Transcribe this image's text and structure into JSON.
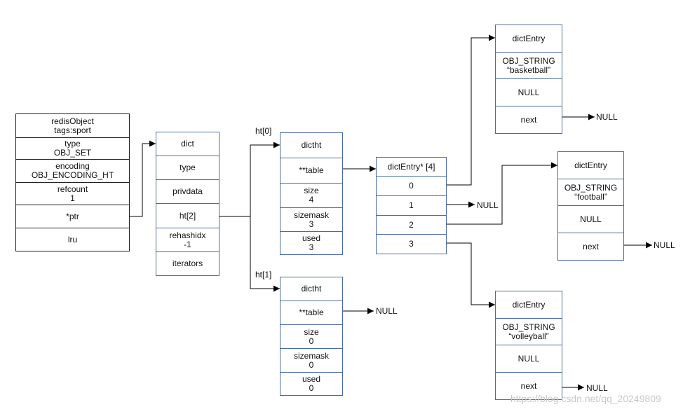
{
  "colors": {
    "redis_object_border": "#222222",
    "node_border": "#4a6d94",
    "arrow": "#000000"
  },
  "redis_object": {
    "rows": [
      [
        "redisObject",
        "tags:sport"
      ],
      [
        "type",
        "OBJ_SET"
      ],
      [
        "encoding",
        "OBJ_ENCODING_HT"
      ],
      [
        "refcount",
        "1"
      ],
      [
        "*ptr"
      ],
      [
        "lru"
      ]
    ]
  },
  "dict": {
    "rows": [
      [
        "dict"
      ],
      [
        "type"
      ],
      [
        "privdata"
      ],
      [
        "ht[2]"
      ],
      [
        "rehashidx",
        "-1"
      ],
      [
        "iterators"
      ]
    ]
  },
  "ht0": {
    "label": "ht[0]",
    "rows": [
      [
        "dictht"
      ],
      [
        "**table"
      ],
      [
        "size",
        "4"
      ],
      [
        "sizemask",
        "3"
      ],
      [
        "used",
        "3"
      ]
    ]
  },
  "ht1": {
    "label": "ht[1]",
    "rows": [
      [
        "dictht"
      ],
      [
        "**table"
      ],
      [
        "size",
        "0"
      ],
      [
        "sizemask",
        "0"
      ],
      [
        "used",
        "0"
      ]
    ],
    "table_null": "NULL"
  },
  "table_array": {
    "rows": [
      [
        "dictEntry* [4]"
      ],
      [
        "0"
      ],
      [
        "1"
      ],
      [
        "2"
      ],
      [
        "3"
      ]
    ],
    "slot1_null": "NULL"
  },
  "entry_basketball": {
    "rows": [
      [
        "dictEntry"
      ],
      [
        "OBJ_STRING",
        "“basketball”"
      ],
      [
        "NULL"
      ],
      [
        "next"
      ]
    ],
    "next_null": "NULL"
  },
  "entry_football": {
    "rows": [
      [
        "dictEntry"
      ],
      [
        "OBJ_STRING",
        "“football”"
      ],
      [
        "NULL"
      ],
      [
        "next"
      ]
    ],
    "next_null": "NULL"
  },
  "entry_volleyball": {
    "rows": [
      [
        "dictEntry"
      ],
      [
        "OBJ_STRING",
        "“volleyball”"
      ],
      [
        "NULL"
      ],
      [
        "next"
      ]
    ],
    "next_null": "NULL"
  },
  "watermark": "https://blog.csdn.net/qq_20249809"
}
